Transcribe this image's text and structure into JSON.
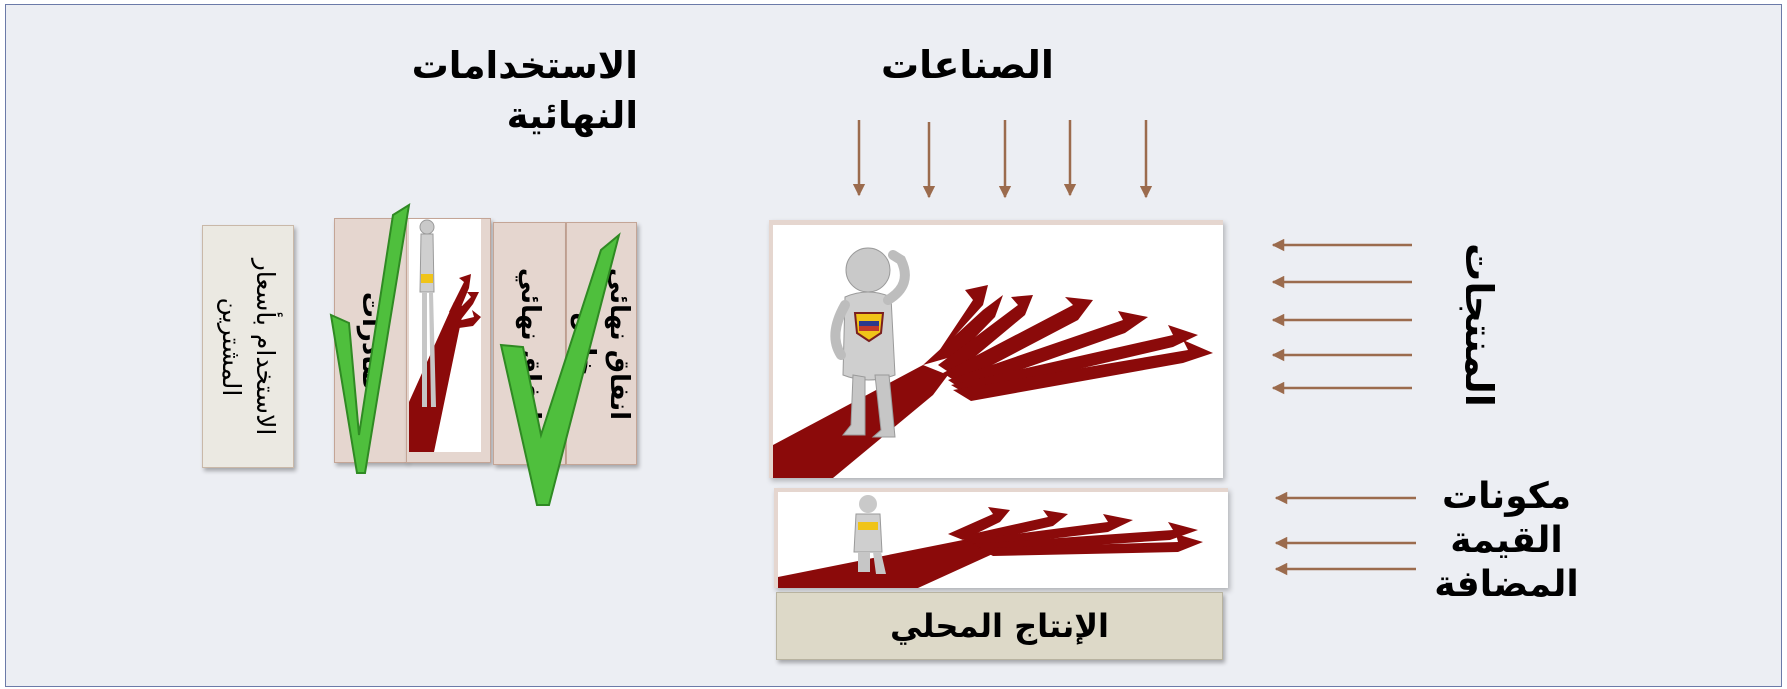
{
  "headings": {
    "industries": "الصناعات",
    "final_uses_line1": "الاستخدامات",
    "final_uses_line2": "النهائية",
    "products": "المنتجات",
    "value_added_line1": "مكونات",
    "value_added_line2": "القيمة",
    "value_added_line3": "المضافة",
    "domestic_production": "الإنتاج المحلي"
  },
  "final_use_columns": [
    {
      "line1": "الاستخدام بأسعار",
      "line2": "المشترين"
    },
    {
      "line1": "صادرات",
      "line2": ""
    },
    {
      "line1": "انفاق نهائي",
      "line2": ""
    },
    {
      "line1": "انفاق نهائي",
      "line2": "خاص"
    }
  ],
  "colors": {
    "slide_background": "#eceef3",
    "slide_border": "#6b7aa8",
    "arrow": "#9b6b4d",
    "box_fill": "#e5d6cf",
    "box_border": "#c4a596",
    "label_box_fill": "#ebe9e2",
    "footer_box_fill": "#ddd9c8",
    "road_red": "#8b0a0a",
    "checkmark_green": "#4fbf3d"
  },
  "icons": [
    "arrow-down-icon",
    "arrow-left-icon",
    "checkmark-icon",
    "thinking-figure-icon",
    "crossroads-icon"
  ]
}
